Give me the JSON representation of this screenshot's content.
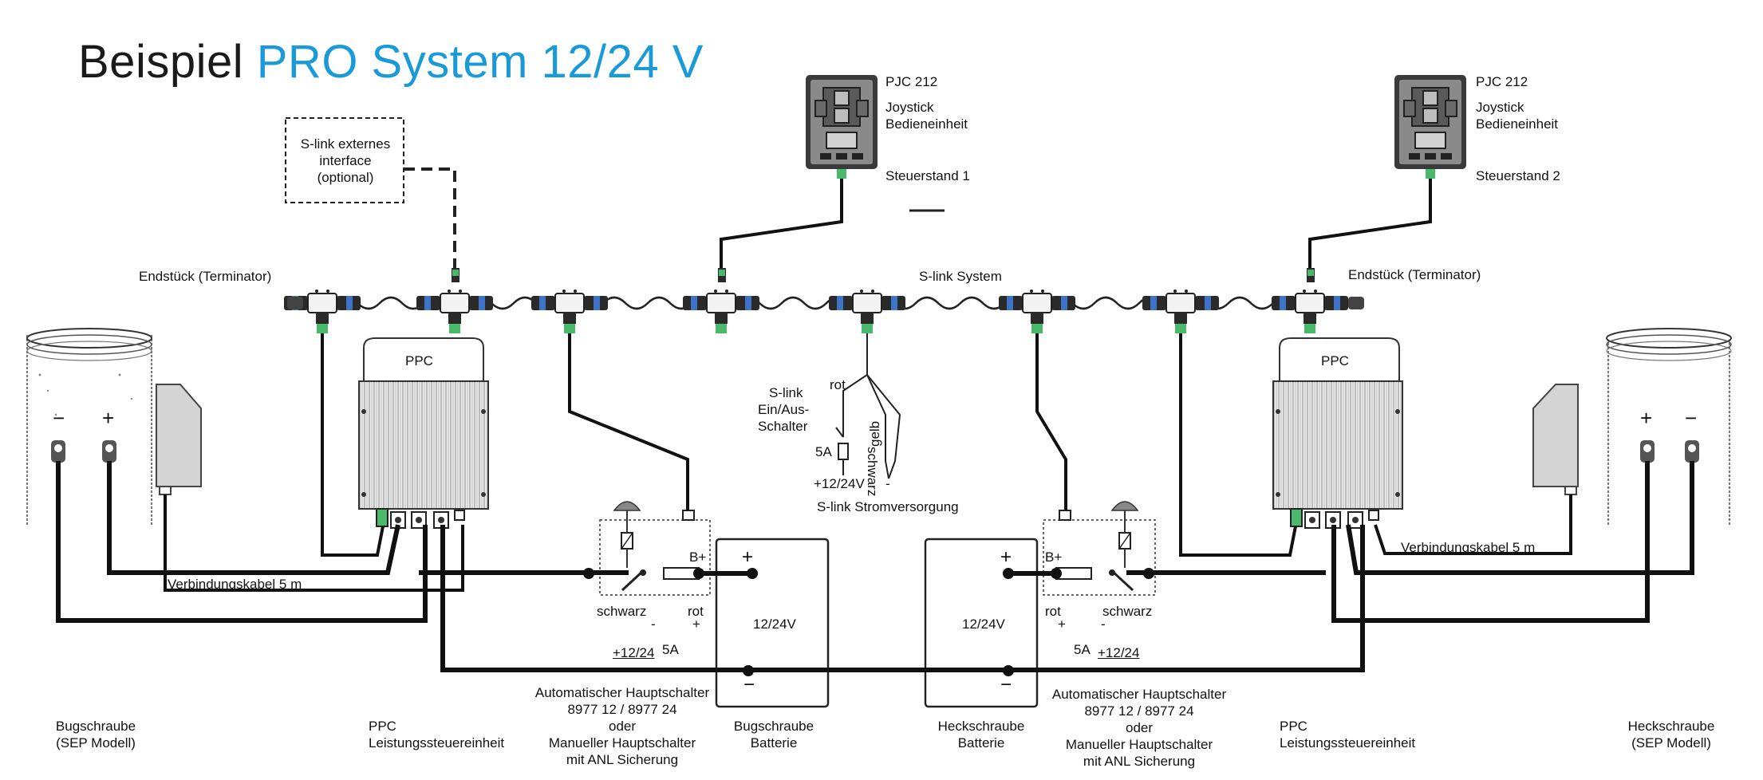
{
  "title": {
    "part1": "Beispiel",
    "part2": "PRO System 12/24 V",
    "accent_color": "#1a9bd7"
  },
  "joysticks": [
    {
      "model": "PJC 212",
      "line1": "Joystick",
      "line2": "Bedieneinheit",
      "station": "Steuerstand 1"
    },
    {
      "model": "PJC 212",
      "line1": "Joystick",
      "line2": "Bedieneinheit",
      "station": "Steuerstand 2"
    }
  ],
  "slink": {
    "interface_line1": "S-link externes",
    "interface_line2": "interface",
    "interface_line3": "(optional)",
    "terminator_left": "Endstück (Terminator)",
    "terminator_right": "Endstück (Terminator)",
    "system": "S-link System",
    "switch_line1": "S-link",
    "switch_line2": "Ein/Aus-",
    "switch_line3": "Schalter",
    "wire_rot": "rot",
    "wire_gelb": "gelb",
    "wire_schwarz": "schwarz",
    "fuse": "5A",
    "plus": "+12/24V",
    "minus": "-",
    "supply": "S-link Stromversorgung"
  },
  "ppc": {
    "label": "PPC"
  },
  "cables": {
    "left": "Verbindungskabel 5 m",
    "right": "Verbindungskabel 5 m"
  },
  "switches": {
    "bplus": "B+",
    "schwarz": "schwarz",
    "rot": "rot",
    "minus": "-",
    "plus": "+",
    "fuse": "5A",
    "supply": "+12/24",
    "supply_right": "+12/24"
  },
  "batteries": {
    "voltage": "12/24V",
    "plus": "+",
    "minus": "−"
  },
  "motors": {
    "minus": "−",
    "plus": "+"
  },
  "captions": {
    "bug_motor_1": "Bugschraube",
    "bug_motor_2": "(SEP Modell)",
    "ppc_1": "PPC",
    "ppc_2": "Leistungssteuereinheit",
    "main_switch_1": "Automatischer Hauptschalter",
    "main_switch_2": "8977 12 / 8977 24",
    "main_switch_3": "oder",
    "main_switch_4": "Manueller Hauptschalter",
    "main_switch_5": "mit ANL Sicherung",
    "bug_batt_1": "Bugschraube",
    "bug_batt_2": "Batterie",
    "heck_batt_1": "Heckschraube",
    "heck_batt_2": "Batterie",
    "heck_motor_1": "Heckschraube",
    "heck_motor_2": "(SEP Modell)"
  }
}
